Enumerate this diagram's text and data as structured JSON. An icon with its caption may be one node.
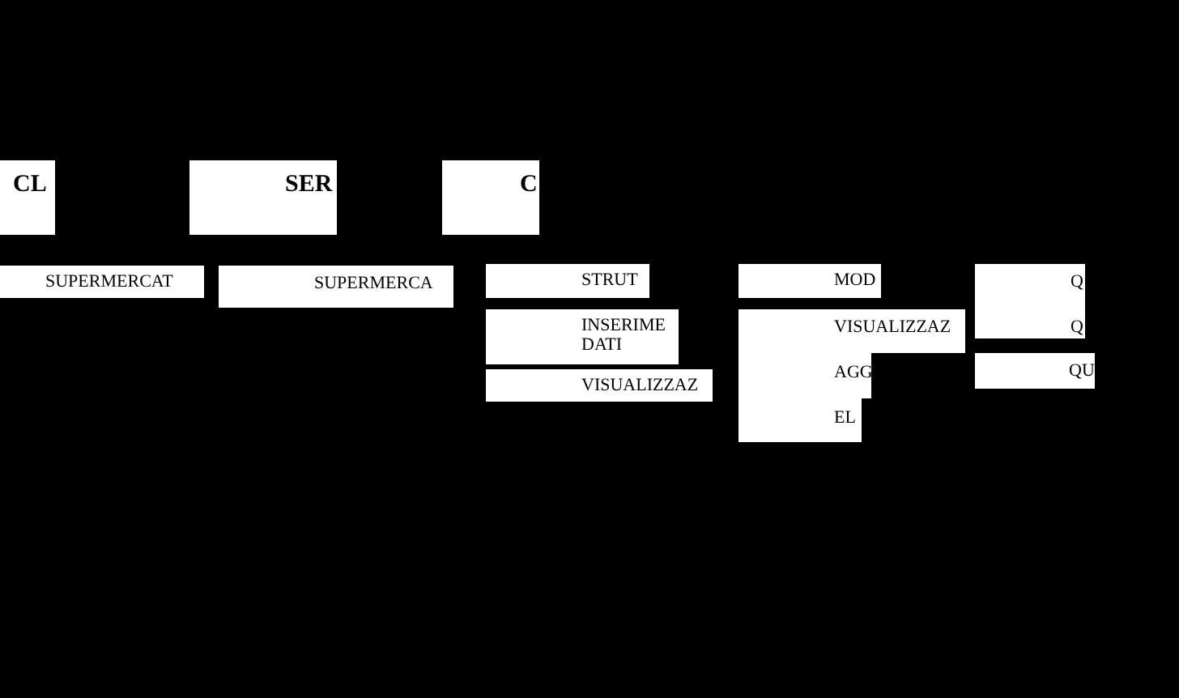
{
  "diagram": {
    "nodes": [
      {
        "text": [
          "CL"
        ]
      },
      {
        "text": [
          "SER"
        ]
      },
      {
        "text": [
          "C"
        ]
      },
      {
        "text": [
          "SUPERMERCAT"
        ]
      },
      {
        "text": [
          "SUPERMERCA"
        ]
      },
      {
        "text": [
          "STRUT"
        ]
      },
      {
        "text": [
          "INSERIME DATI"
        ]
      },
      {
        "text": [
          "VISUALIZZAZ"
        ]
      },
      {
        "text": [
          "MOD"
        ]
      },
      {
        "text": [
          "VISUALIZZAZ"
        ]
      },
      {
        "text": [
          "AGG"
        ]
      },
      {
        "text": [
          "EL"
        ]
      },
      {
        "text": [
          "Q",
          "Q"
        ]
      },
      {
        "text": [
          "QU"
        ]
      }
    ]
  }
}
